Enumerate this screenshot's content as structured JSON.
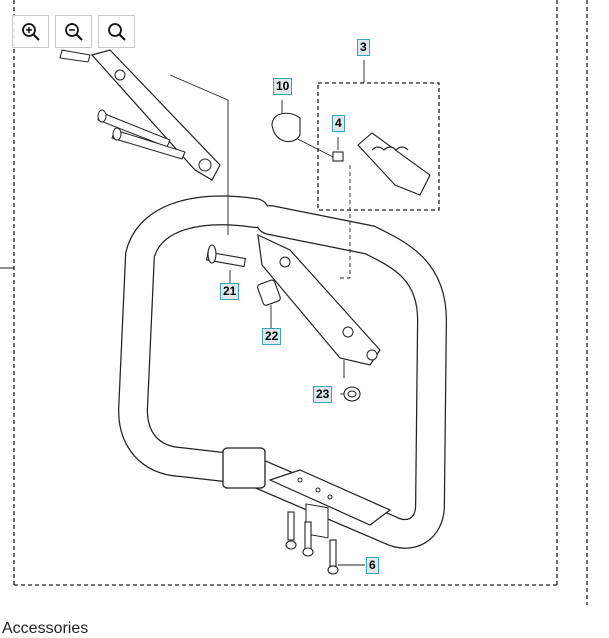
{
  "toolbar": {
    "zoom_in": "zoom-in-icon",
    "zoom_out": "zoom-out-icon",
    "zoom_reset": "search-icon"
  },
  "callouts": [
    {
      "label": "3"
    },
    {
      "label": "10"
    },
    {
      "label": "4"
    },
    {
      "label": "21"
    },
    {
      "label": "22"
    },
    {
      "label": "23"
    },
    {
      "label": "6"
    }
  ],
  "section_heading": "Accessories",
  "colors": {
    "callout_border": "#3aa6b0",
    "callout_bg": "#dfe8ea"
  }
}
